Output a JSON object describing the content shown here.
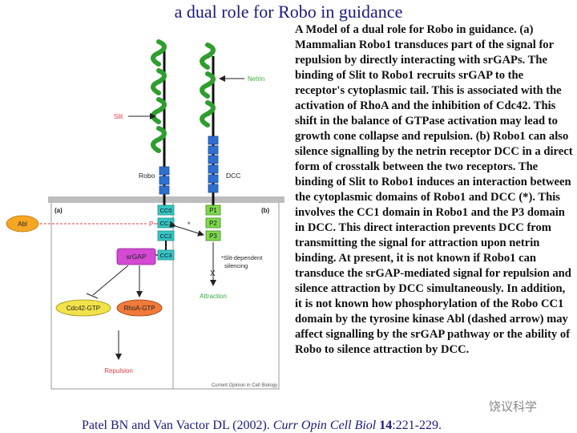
{
  "title": "a dual role for Robo in guidance",
  "caption": "A Model of a dual role for Robo in guidance. (a) Mammalian Robo1 transduces part of the signal for repulsion by directly interacting with srGAPs. The binding of Slit to Robo1 recruits srGAP to the receptor's cytoplasmic tail. This is associated with the activation of RhoA and the inhibition of Cdc42. This shift in the balance of GTPase activation may lead to growth cone collapse and repulsion. (b) Robo1 can also silence signalling by the netrin receptor DCC in a direct form of crosstalk between the two receptors. The binding of Slit to Robo1 induces an interaction between the cytoplasmic domains of Robo1 and DCC (*). This involves the CC1 domain in Robo1 and the P3 domain in DCC. This direct interaction prevents DCC from transmitting the signal for attraction upon netrin binding. At present, it is not known if Robo1 can transduce the srGAP-mediated signal for repulsion and silence attraction by DCC simultaneously. In addition, it is not known how phosphorylation of the Robo CC1 domain by the tyrosine kinase Abl (dashed arrow) may affect signalling by the srGAP pathway or the ability of Robo to silence attraction by DCC.",
  "citation": {
    "authors": "Patel BN and Van Vactor DL (2002).",
    "journal": "Curr Opin Cell Biol",
    "volume": "14",
    "pages": ":221-229."
  },
  "watermark": "饶议科学",
  "diagram": {
    "labels": {
      "slit": "Slit",
      "netrin": "Netrin",
      "robo": "Robo",
      "dcc": "DCC",
      "panel_a": "(a)",
      "panel_b": "(b)",
      "abl": "Abl",
      "p": "P",
      "star": "*",
      "srgap": "srGAP",
      "cdc42": "Cdc42-GTP",
      "rhoa": "RhoA-GTP",
      "repulsion": "Repulsion",
      "attraction": "Attraction",
      "slit_silencing_1": "*Slit-dependent",
      "slit_silencing_2": "silencing",
      "x_mark": "X",
      "source": "Current Opinion in Cell Biology"
    },
    "robo_domains": [
      "CC0",
      "CC1",
      "CC2",
      "CC3"
    ],
    "dcc_domains": [
      "P1",
      "P2",
      "P3"
    ],
    "colors": {
      "ligand": "#2e9e2e",
      "receptor_box": "#2f6fd0",
      "cc_box": "#35c6c0",
      "p_box": "#7fd94a",
      "abl": "#f5a623",
      "srgap": "#d44ad4",
      "cdc42": "#f2e24a",
      "rhoa": "#f07a3a",
      "red_text": "#e23b3b",
      "green_text": "#3aaa3a",
      "membrane": "#bdbdbd"
    }
  }
}
